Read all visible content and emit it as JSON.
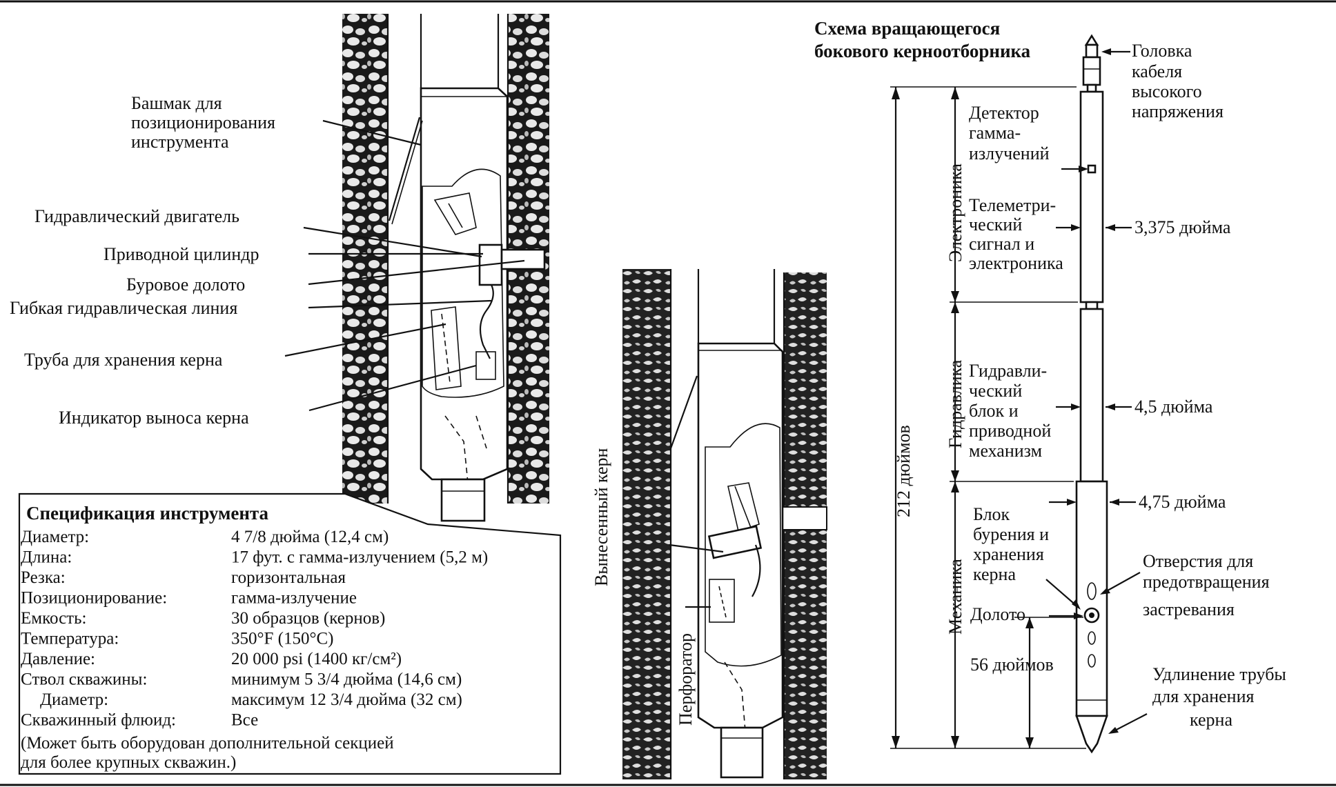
{
  "left_figure": {
    "labels": {
      "positioning_shoe": [
        "Башмак для",
        "позиционирования",
        "инструмента"
      ],
      "hydraulic_motor": "Гидравлический двигатель",
      "drive_cylinder": "Приводной цилиндр",
      "drill_bit": "Буровое долото",
      "flex_line": "Гибкая гидравлическая линия",
      "core_tube": "Труба для хранения керна",
      "core_indicator": "Индикатор выноса керна"
    }
  },
  "spec": {
    "title": "Спецификация инструмента",
    "rows": [
      {
        "k": "Диаметр:",
        "v": "4 7/8 дюйма (12,4 см)"
      },
      {
        "k": "Длина:",
        "v": "17 фут. с гамма-излучением (5,2 м)"
      },
      {
        "k": "Резка:",
        "v": "горизонтальная"
      },
      {
        "k": "Позиционирование:",
        "v": "гамма-излучение"
      },
      {
        "k": "Емкость:",
        "v": "30 образцов (кернов)"
      },
      {
        "k": "Температура:",
        "v": "350°F (150°C)"
      },
      {
        "k": "Давление:",
        "v": "20 000 psi (1400 кг/см²)"
      },
      {
        "k": "Ствол скважины:",
        "v": "минимум 5 3/4 дюйма (14,6 см)"
      },
      {
        "k": "Диаметр:",
        "v": "максимум 12 3/4 дюйма (32 см)"
      },
      {
        "k": "Скважинный флюид:",
        "v": "Все"
      }
    ],
    "note": [
      "(Может быть оборудован дополнительной секцией",
      "для более крупных скважин.)"
    ]
  },
  "middle_figure": {
    "labels": {
      "removed_core": "Вынесенный керн",
      "perforator": "Перфоратор"
    }
  },
  "right_figure": {
    "title": [
      "Схема вращающегося",
      "бокового керноотборника"
    ],
    "labels": {
      "cable_head": [
        "Головка",
        "кабеля",
        "высокого",
        "напряжения"
      ],
      "gamma_detector": [
        "Детектор",
        "гамма-",
        "излучений"
      ],
      "telemetry": [
        "Телеметри-",
        "ческий",
        "сигнал и",
        "электроника"
      ],
      "hydraulic_block": [
        "Гидравли-",
        "ческий",
        "блок и",
        "приводной",
        "механизм"
      ],
      "drill_block": [
        "Блок",
        "бурения и",
        "хранения",
        "керна"
      ],
      "bit": "Долото",
      "anti_stick_holes": [
        "Отверстия для",
        "предотвращения",
        "застревания"
      ],
      "tube_extension": [
        "Удлинение трубы",
        "для хранения",
        "керна"
      ],
      "sec_electronics": "Электроника",
      "sec_hydraulics": "Гидравлика",
      "sec_mechanics": "Механика",
      "total_length": "212 дюймов",
      "bottom_length": "56 дюймов",
      "dia_1": "3,375 дюйма",
      "dia_2": "4,5 дюйма",
      "dia_3": "4,75 дюйма"
    }
  }
}
